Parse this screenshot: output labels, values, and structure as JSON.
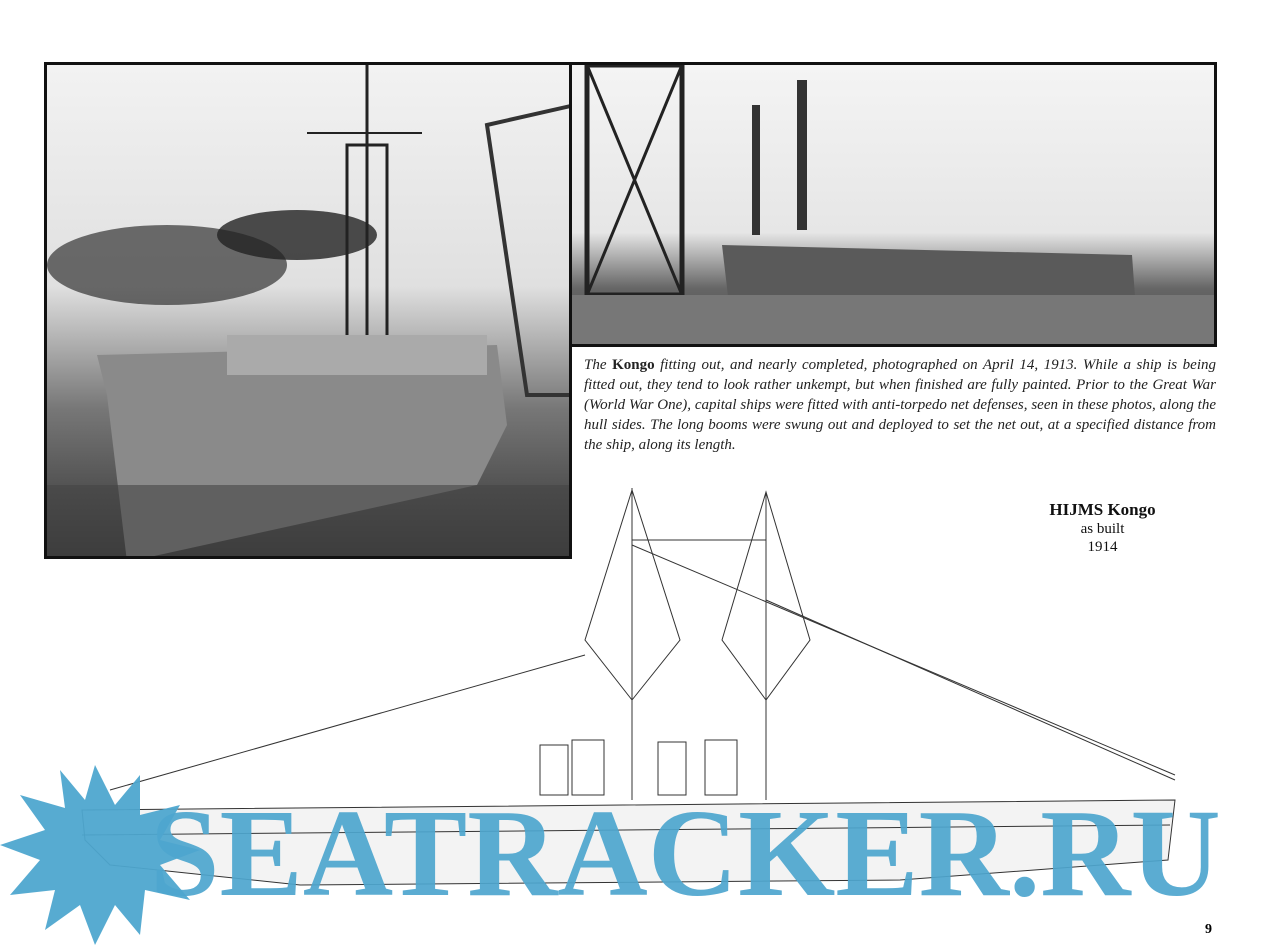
{
  "caption": {
    "lead": "The ",
    "bold": "Kongo",
    "text": " fitting out, and nearly completed, photographed on April 14, 1913. While a ship is being fitted out, they tend to look rather unkempt, but when finished are fully painted. Prior to the Great War (World War One), capital ships were fitted with anti-torpedo net defenses, seen in these photos, along the hull sides. The long booms were swung out and deployed to set the net out, at a specified distance from the ship, along its length."
  },
  "drawing": {
    "title": "HIJMS  Kongo",
    "subtitle": "as built",
    "year": "1914"
  },
  "page_number": "9",
  "watermark": {
    "text": "SEATRACKER.RU",
    "color": "#4ea6cf"
  }
}
